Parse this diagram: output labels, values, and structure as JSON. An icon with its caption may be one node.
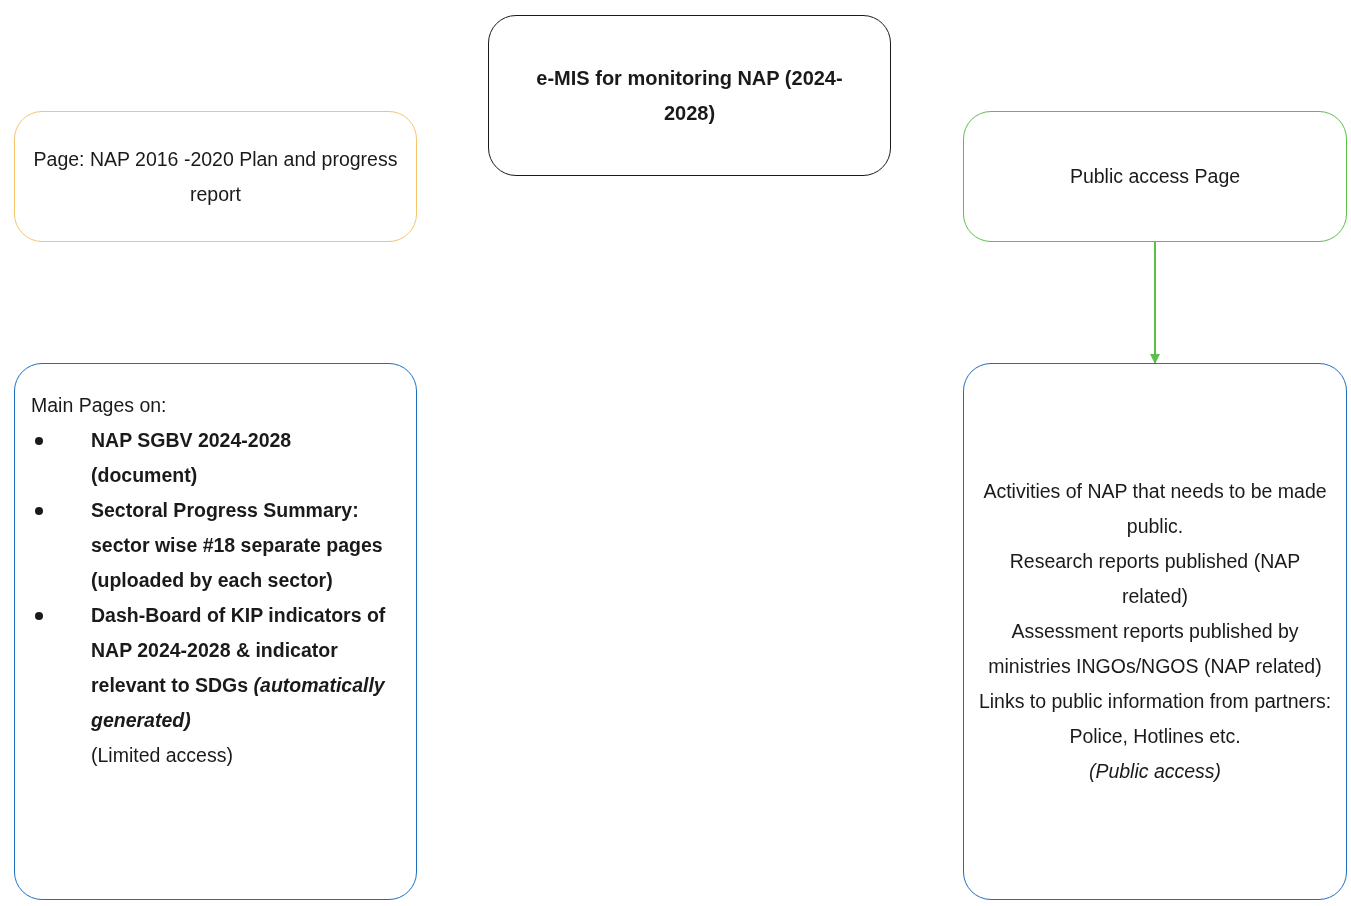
{
  "diagram": {
    "nodes": [
      {
        "text": [
          "e-MIS for monitoring NAP (2024-2028)"
        ]
      },
      {
        "text": [
          "Page: NAP 2016 -2020 Plan and progress report"
        ]
      },
      {
        "text": [
          "Public access Page"
        ]
      },
      {
        "text": [
          "Main Pages on:",
          "NAP SGBV 2024-2028 (document)",
          "Sectoral Progress Summary: sector wise #18 separate pages (uploaded by each sector)",
          "Dash-Board of KIP indicators of NAP 2024-2028 & indicator relevant to SDGs *(automatically generated)*",
          "(Limited access)"
        ]
      },
      {
        "text": [
          "Activities of NAP that needs to be made public.",
          "Research reports published (NAP related)",
          "Assessment reports published by ministries INGOs/NGOS (NAP related)",
          "Links to public information from partners: Police, Hotlines etc.",
          "(Public access)"
        ]
      }
    ],
    "edges": [
      {
        "from": 2,
        "to": 4,
        "arrow": "to",
        "color": "#5bbf4a"
      }
    ]
  }
}
